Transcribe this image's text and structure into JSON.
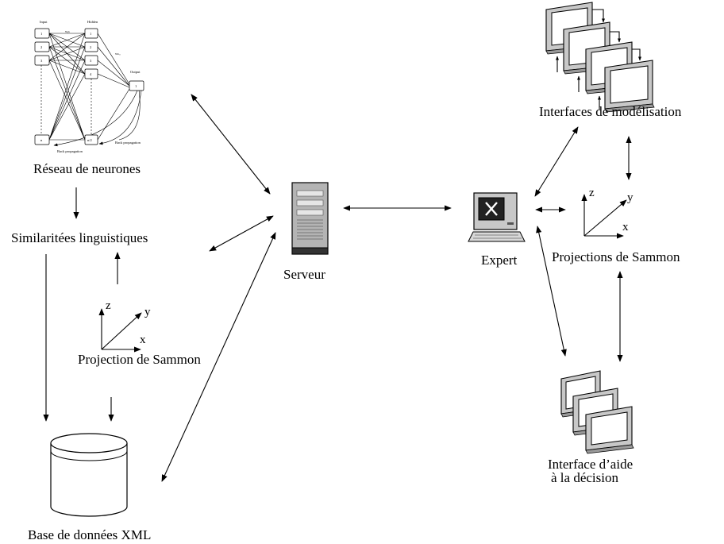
{
  "nodes": {
    "neural_net": "Réseau de neurones",
    "similarities": "Similaritées linguistiques",
    "projection_left": "Projection de Sammon",
    "database": "Base de données XML",
    "server": "Serveur",
    "expert": "Expert",
    "modeling_interfaces": "Interfaces de modélisation",
    "projections_right": "Projections de Sammon",
    "decision_line1": "Interface d’aide",
    "decision_line2": "à la décision"
  },
  "axes": {
    "x": "x",
    "y": "y",
    "z": "z"
  },
  "neural_net_detail": {
    "input_title": "Input",
    "hidden_title": "Hidden",
    "output_title": "Output",
    "w_ih": "wᵢₕ",
    "w_ho": "wₕₒ",
    "input_nodes": [
      "1",
      "2",
      "3",
      "n"
    ],
    "hidden_nodes": [
      "1",
      "2",
      "3",
      "4",
      "n/2"
    ],
    "output_nodes": [
      "1"
    ],
    "backprop_1": "Back propagation",
    "backprop_2": "Back propagation"
  },
  "colors": {
    "ink": "#000000",
    "monitor_bezel": "#c8c8c8",
    "server_body": "#b4b4b4"
  }
}
